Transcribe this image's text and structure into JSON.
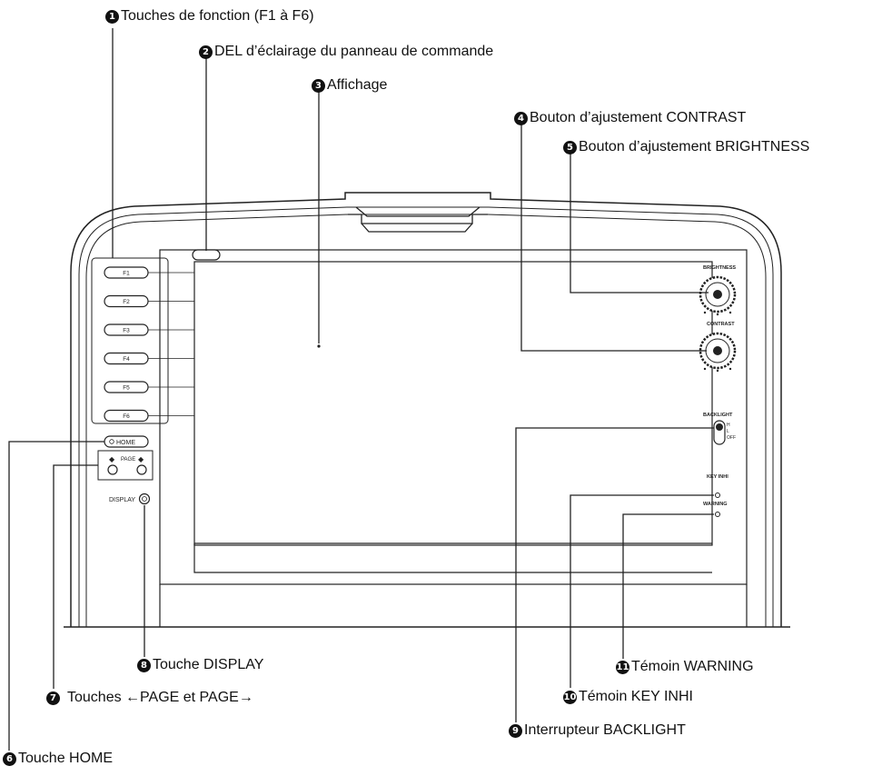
{
  "callouts": [
    {
      "num": "1",
      "text": "Touches de fonction (F1 à F6)"
    },
    {
      "num": "2",
      "text": "DEL d’éclairage du panneau de commande"
    },
    {
      "num": "3",
      "text": "Affichage"
    },
    {
      "num": "4",
      "text": "Bouton d’ajustement CONTRAST"
    },
    {
      "num": "5",
      "text": "Bouton d’ajustement BRIGHTNESS"
    },
    {
      "num": "6",
      "text": "Touche HOME"
    },
    {
      "num": "7",
      "text": "Touches ←PAGE et PAGE→"
    },
    {
      "num": "8",
      "text": "Touche DISPLAY"
    },
    {
      "num": "9",
      "text": "Interrupteur BACKLIGHT"
    },
    {
      "num": "10",
      "text": "Témoin KEY INHI"
    },
    {
      "num": "11",
      "text": "Témoin WARNING"
    }
  ],
  "panel": {
    "function_keys": [
      "F1",
      "F2",
      "F3",
      "F4",
      "F5",
      "F6"
    ],
    "home_label": "HOME",
    "page_label": "PAGE",
    "display_label": "DISPLAY",
    "brightness_label": "BRIGHTNESS",
    "contrast_label": "CONTRAST",
    "backlight_label": "BACKLIGHT",
    "backlight_positions": [
      "H",
      "L",
      "OFF"
    ],
    "key_inhi_label": "KEY INHI",
    "warning_label": "WARNING"
  }
}
